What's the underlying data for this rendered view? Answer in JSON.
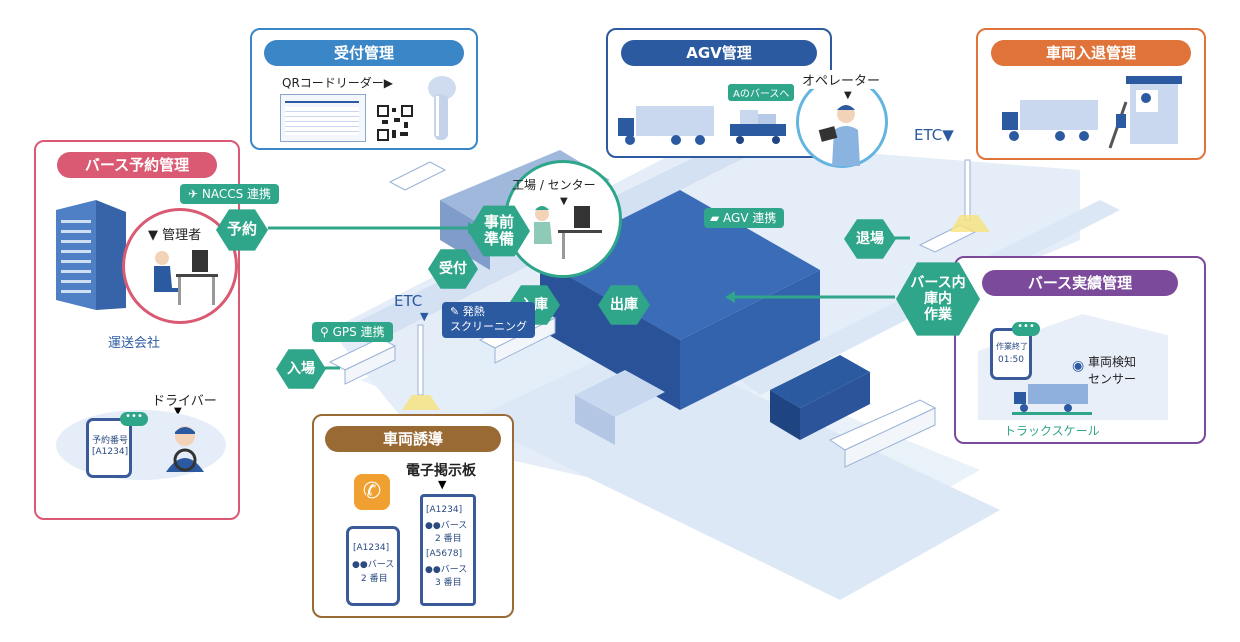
{
  "panels": {
    "berth_reservation": {
      "title": "バース予約管理",
      "company": "運送会社",
      "manager": "▼ 管理者",
      "driver": "ドライバー",
      "phone_text": [
        "予約番号",
        "[A1234]"
      ],
      "color": "#d95a72"
    },
    "reception": {
      "title": "受付管理",
      "qr_reader": "QRコードリーダー▶",
      "color": "#3a86c6"
    },
    "agv": {
      "title": "AGV管理",
      "operator": "オペレーター",
      "sign": "Aのバースへ",
      "color": "#2c5aa0"
    },
    "vehicle_entry": {
      "title": "車両入退管理",
      "color": "#e0733a"
    },
    "berth_results": {
      "title": "バース実績管理",
      "sensor": "車両検知\nセンサー",
      "scale": "トラックスケール",
      "phone_text": [
        "作業終了",
        "01:50"
      ],
      "color": "#7b4a9a"
    },
    "vehicle_guidance": {
      "title": "車両誘導",
      "board_label": "電子掲示板",
      "phone_text": [
        "[A1234]",
        "●●バース",
        "2 番目"
      ],
      "board_text": [
        "[A1234]",
        "●●バース",
        "2 番目",
        "[A5678]",
        "●●バース",
        "3 番目"
      ],
      "color": "#9a6a35"
    }
  },
  "hexagons": {
    "reserve": "予約",
    "prep": "事前\n準備",
    "reception": "受付",
    "storage_in": "入庫",
    "storage_out": "出庫",
    "entry": "入場",
    "exit": "退場",
    "berth_work": "バース内\n庫内\n作業"
  },
  "tags": {
    "naccs": "✈ NACCS 連携",
    "agv_link": "AGV 連携",
    "gps": "GPS 連携",
    "fever": "発熱\nスクリーニング"
  },
  "labels": {
    "factory": "工場 / センター",
    "etc_left": "ETC",
    "etc_right": "ETC▼"
  },
  "colors": {
    "accent_green": "#2fa58a",
    "road": "#dce7f5",
    "building": "#2f5fa8"
  }
}
